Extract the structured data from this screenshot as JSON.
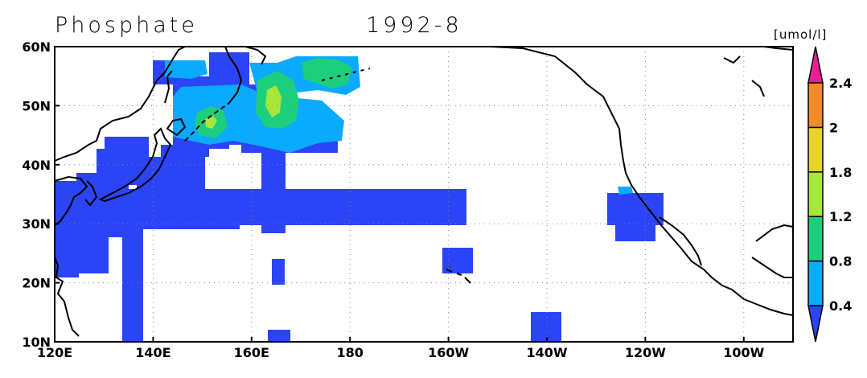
{
  "title": {
    "variable": "Phosphate",
    "date": "1992-8"
  },
  "units": "[umol/l]",
  "axes": {
    "x_ticks": [
      "120E",
      "140E",
      "160E",
      "180",
      "160W",
      "140W",
      "120W",
      "100W"
    ],
    "y_ticks": [
      "10N",
      "20N",
      "30N",
      "40N",
      "50N",
      "60N"
    ],
    "lon_range": [
      120,
      270
    ],
    "lat_range": [
      10,
      60
    ],
    "grid": "dotted"
  },
  "colorbar": {
    "orientation": "vertical",
    "placement": "right",
    "extend": "both",
    "levels": [
      "0.4",
      "0.8",
      "1.2",
      "1.8",
      "2",
      "2.4"
    ],
    "colors": [
      "#2b44f5",
      "#0aaaff",
      "#1dcf7c",
      "#a8e63a",
      "#e8d42a",
      "#f08a2a",
      "#ec1e96"
    ]
  },
  "chart_data": {
    "type": "heatmap",
    "title": "Phosphate 1992-8",
    "units": "[umol/l]",
    "xlabel": "",
    "ylabel": "",
    "xlim": [
      120,
      270
    ],
    "ylim": [
      10,
      60
    ],
    "levels": [
      0.4,
      0.8,
      1.2,
      1.8,
      2.0,
      2.4
    ],
    "regions": [
      {
        "name": "",
        "level_min": 0.0,
        "level_max": 0.4
      }
    ]
  }
}
